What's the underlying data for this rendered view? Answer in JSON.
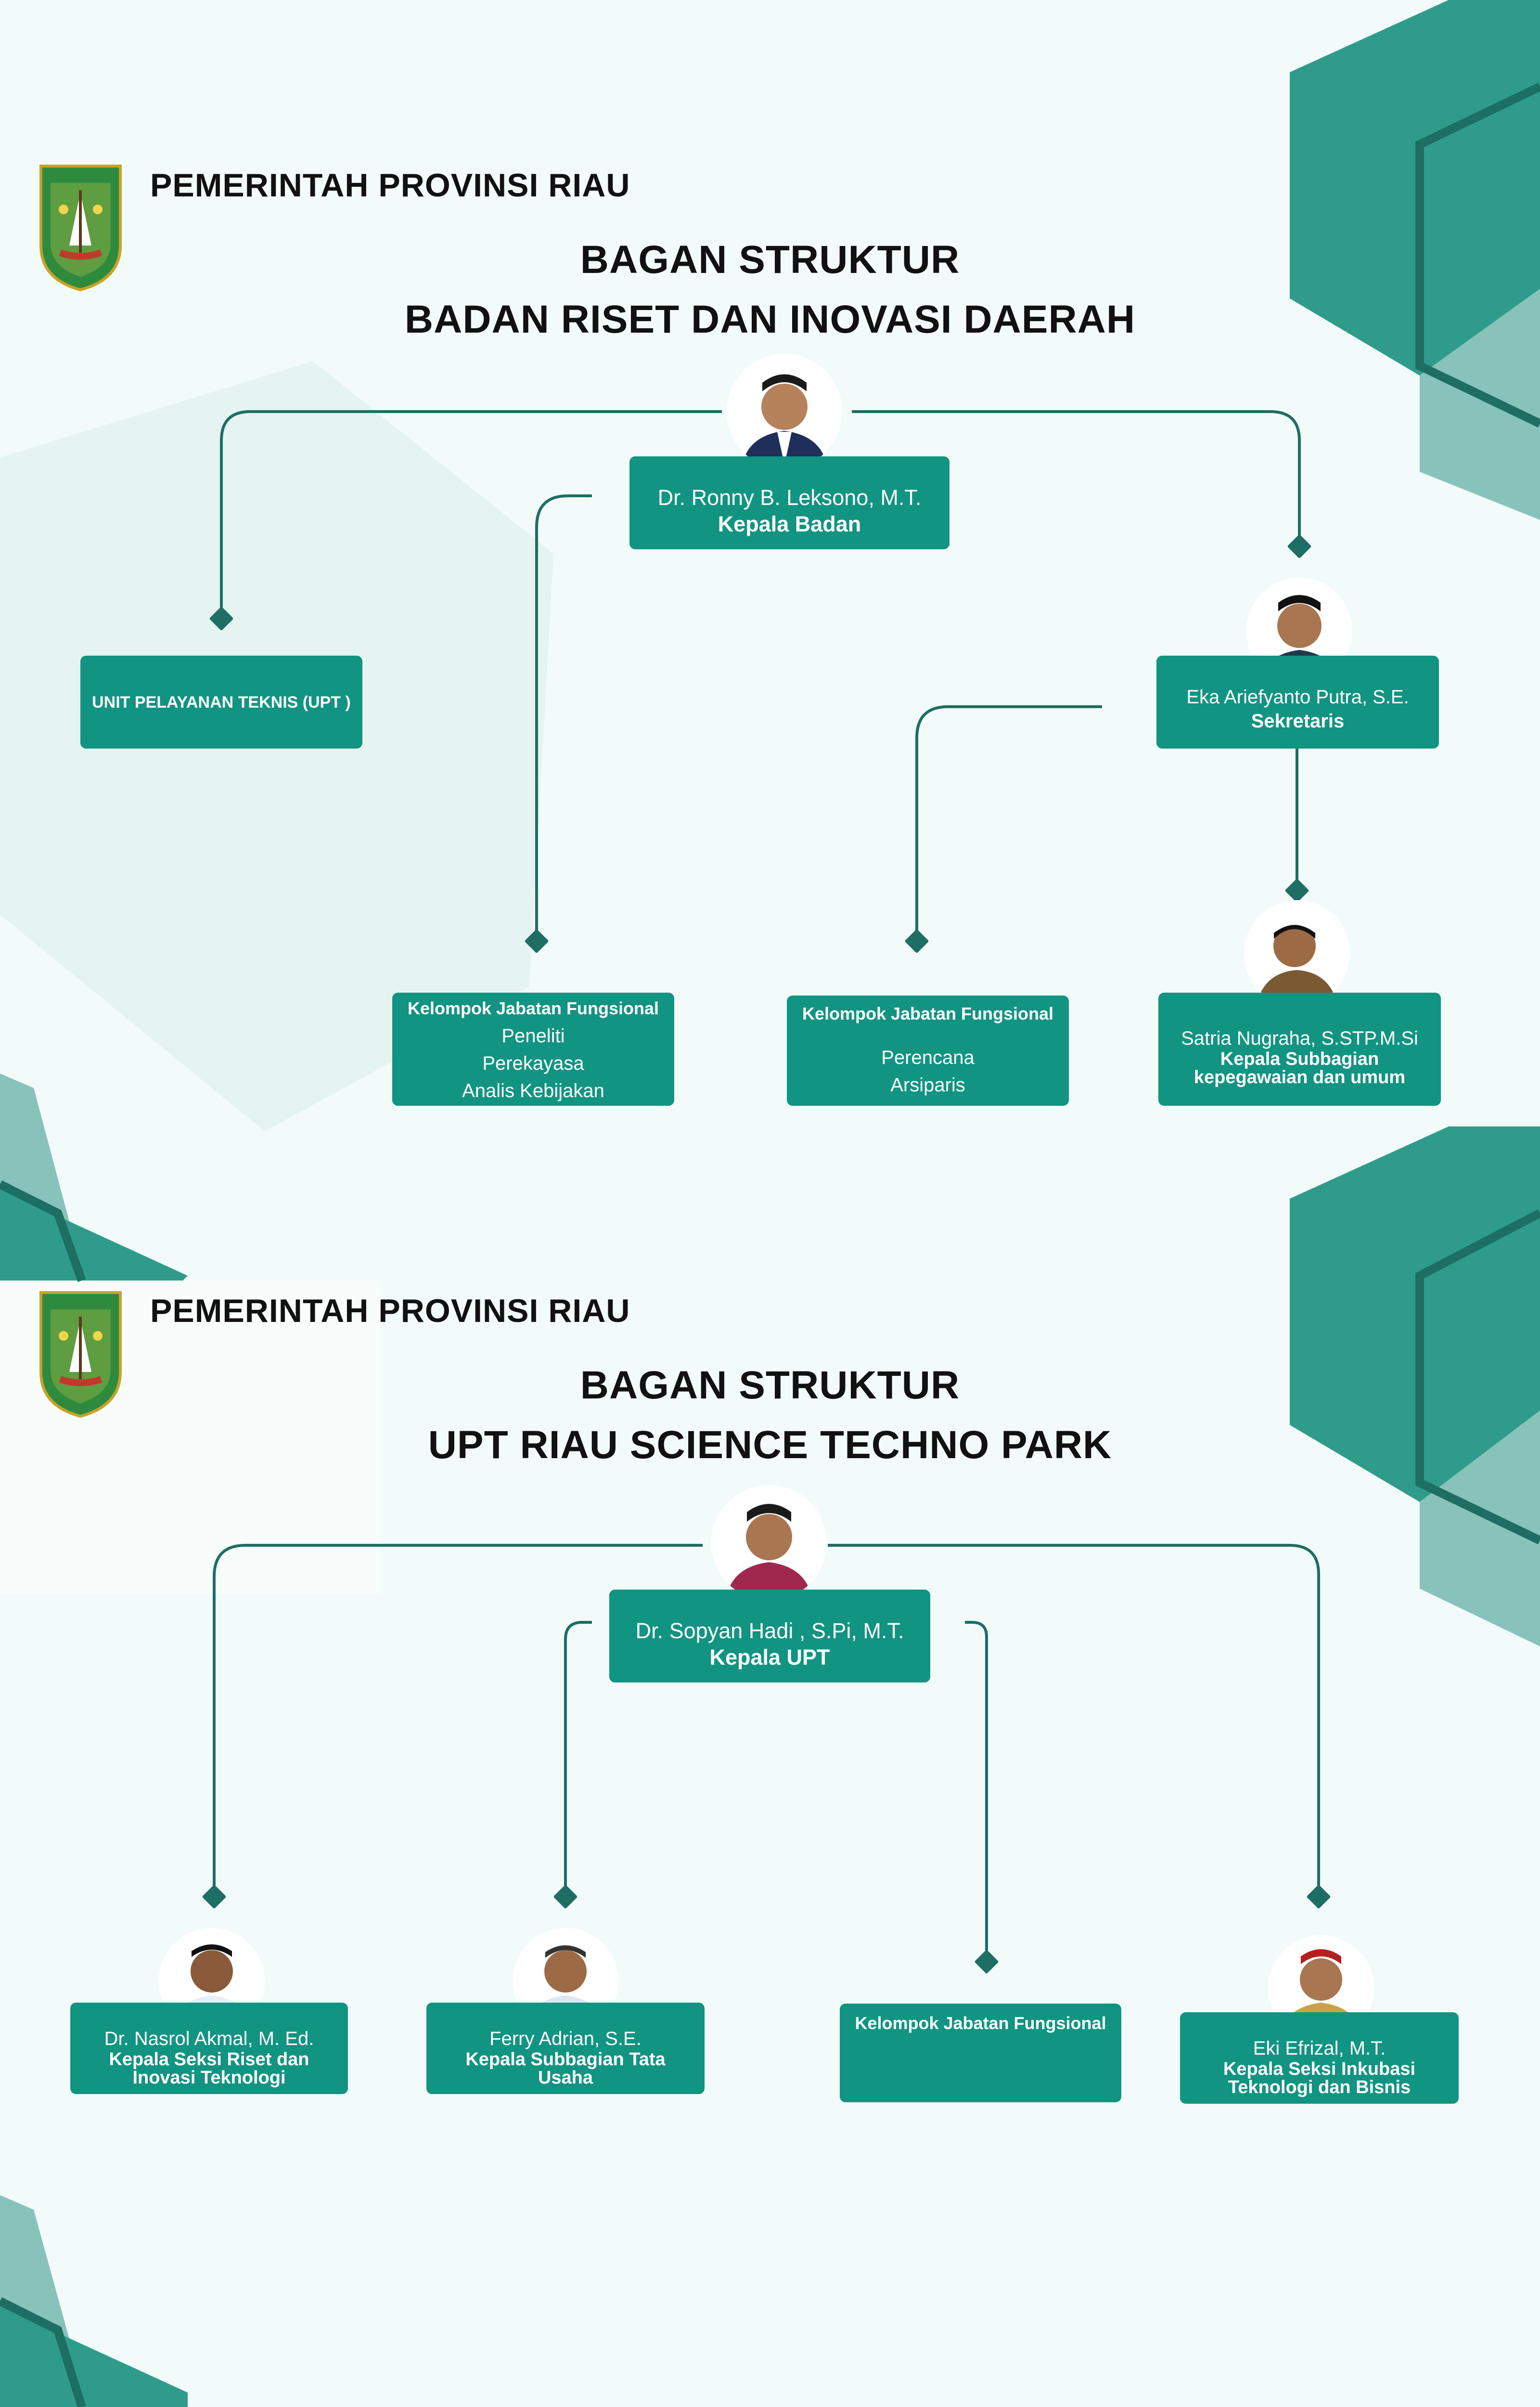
{
  "colors": {
    "accent": "#119482",
    "connector": "#1e6e64",
    "hex_dark": "#2f9c8b",
    "hex_light": "#87c3ba",
    "text": "#111111",
    "background": "#f2fbfa"
  },
  "header": {
    "org": "PEMERINTAH PROVINSI RIAU"
  },
  "chart1": {
    "title_line1": "BAGAN STRUKTUR",
    "title_line2": "BADAN RISET DAN INOVASI DAERAH",
    "head": {
      "name": "Dr. Ronny B. Leksono, M.T.",
      "role": "Kepala Badan"
    },
    "upt": {
      "label": "UNIT PELAYANAN TEKNIS (UPT )"
    },
    "secretary": {
      "name": "Eka Ariefyanto Putra, S.E.",
      "role": "Sekretaris"
    },
    "functional_a": {
      "heading": "Kelompok Jabatan Fungsional",
      "items": [
        "Peneliti",
        "Perekayasa",
        "Analis Kebijakan"
      ]
    },
    "functional_b": {
      "heading": "Kelompok Jabatan Fungsional",
      "items": [
        "Perencana",
        "Arsiparis"
      ]
    },
    "subdivision": {
      "name": "Satria Nugraha, S.STP.M.Si",
      "role": "Kepala Subbagian kepegawaian dan umum"
    }
  },
  "chart2": {
    "title_line1": "BAGAN STRUKTUR",
    "title_line2": "UPT RIAU SCIENCE TECHNO PARK",
    "head": {
      "name": "Dr. Sopyan Hadi , S.Pi, M.T.",
      "role": "Kepala UPT"
    },
    "research": {
      "name": "Dr. Nasrol Akmal, M. Ed.",
      "role": "Kepala Seksi Riset dan Inovasi Teknologi"
    },
    "admin": {
      "name": "Ferry Adrian, S.E.",
      "role": "Kepala Subbagian Tata Usaha"
    },
    "functional": {
      "heading": "Kelompok Jabatan Fungsional"
    },
    "incubation": {
      "name": "Eki Efrizal, M.T.",
      "role": "Kepala Seksi Inkubasi Teknologi dan Bisnis"
    }
  }
}
